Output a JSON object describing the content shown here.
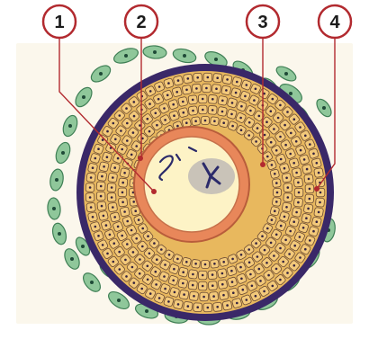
{
  "callouts": [
    {
      "label": "1"
    },
    {
      "label": "2"
    },
    {
      "label": "3"
    },
    {
      "label": "4"
    }
  ],
  "colors": {
    "background": "#ffffff",
    "panel": "#fbf7ec",
    "callout_stroke": "#b22a2f",
    "leader_line": "#b22a2f",
    "theca_cell_fill": "#8fc79a",
    "theca_cell_stroke": "#3f7f55",
    "theca_nucleus": "#1f4a37",
    "outer_ring": "#3a2868",
    "granulosa_bg": "#e8b85e",
    "granulosa_cell_fill": "#f3c97a",
    "granulosa_cell_stroke": "#6a4a34",
    "granulosa_nucleus": "#332240",
    "zona_pellucida": "#e8875a",
    "zona_pellucida_edge": "#b85d3b",
    "oocyte_fill": "#fdf3c6",
    "nucleus_fill": "#c9c3b8",
    "chromosome": "#2b2a6a"
  }
}
